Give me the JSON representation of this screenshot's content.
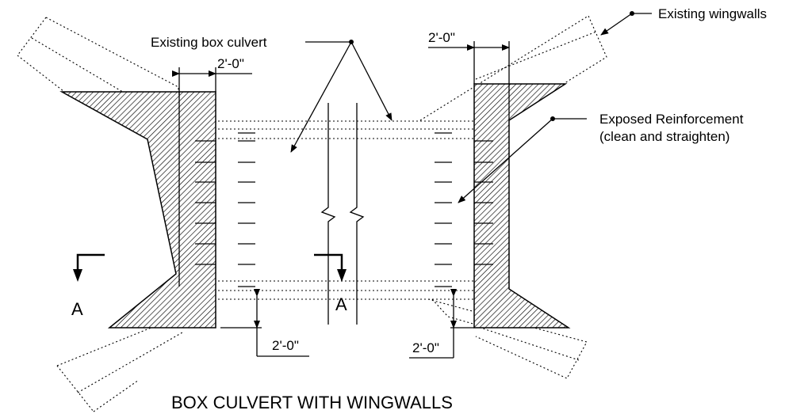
{
  "drawing": {
    "title": "BOX CULVERT WITH WINGWALLS",
    "labels": {
      "existing_box_culvert": "Existing box culvert",
      "existing_wingwalls": "Existing wingwalls",
      "exposed_reinforcement_line1": "Exposed Reinforcement",
      "exposed_reinforcement_line2": "(clean and straighten)"
    },
    "dimensions": {
      "top_left": "2'-0\"",
      "top_right": "2'-0\"",
      "bottom_left": "2'-0\"",
      "bottom_right": "2'-0\""
    },
    "section_marks": {
      "left": "A",
      "center": "A"
    }
  }
}
